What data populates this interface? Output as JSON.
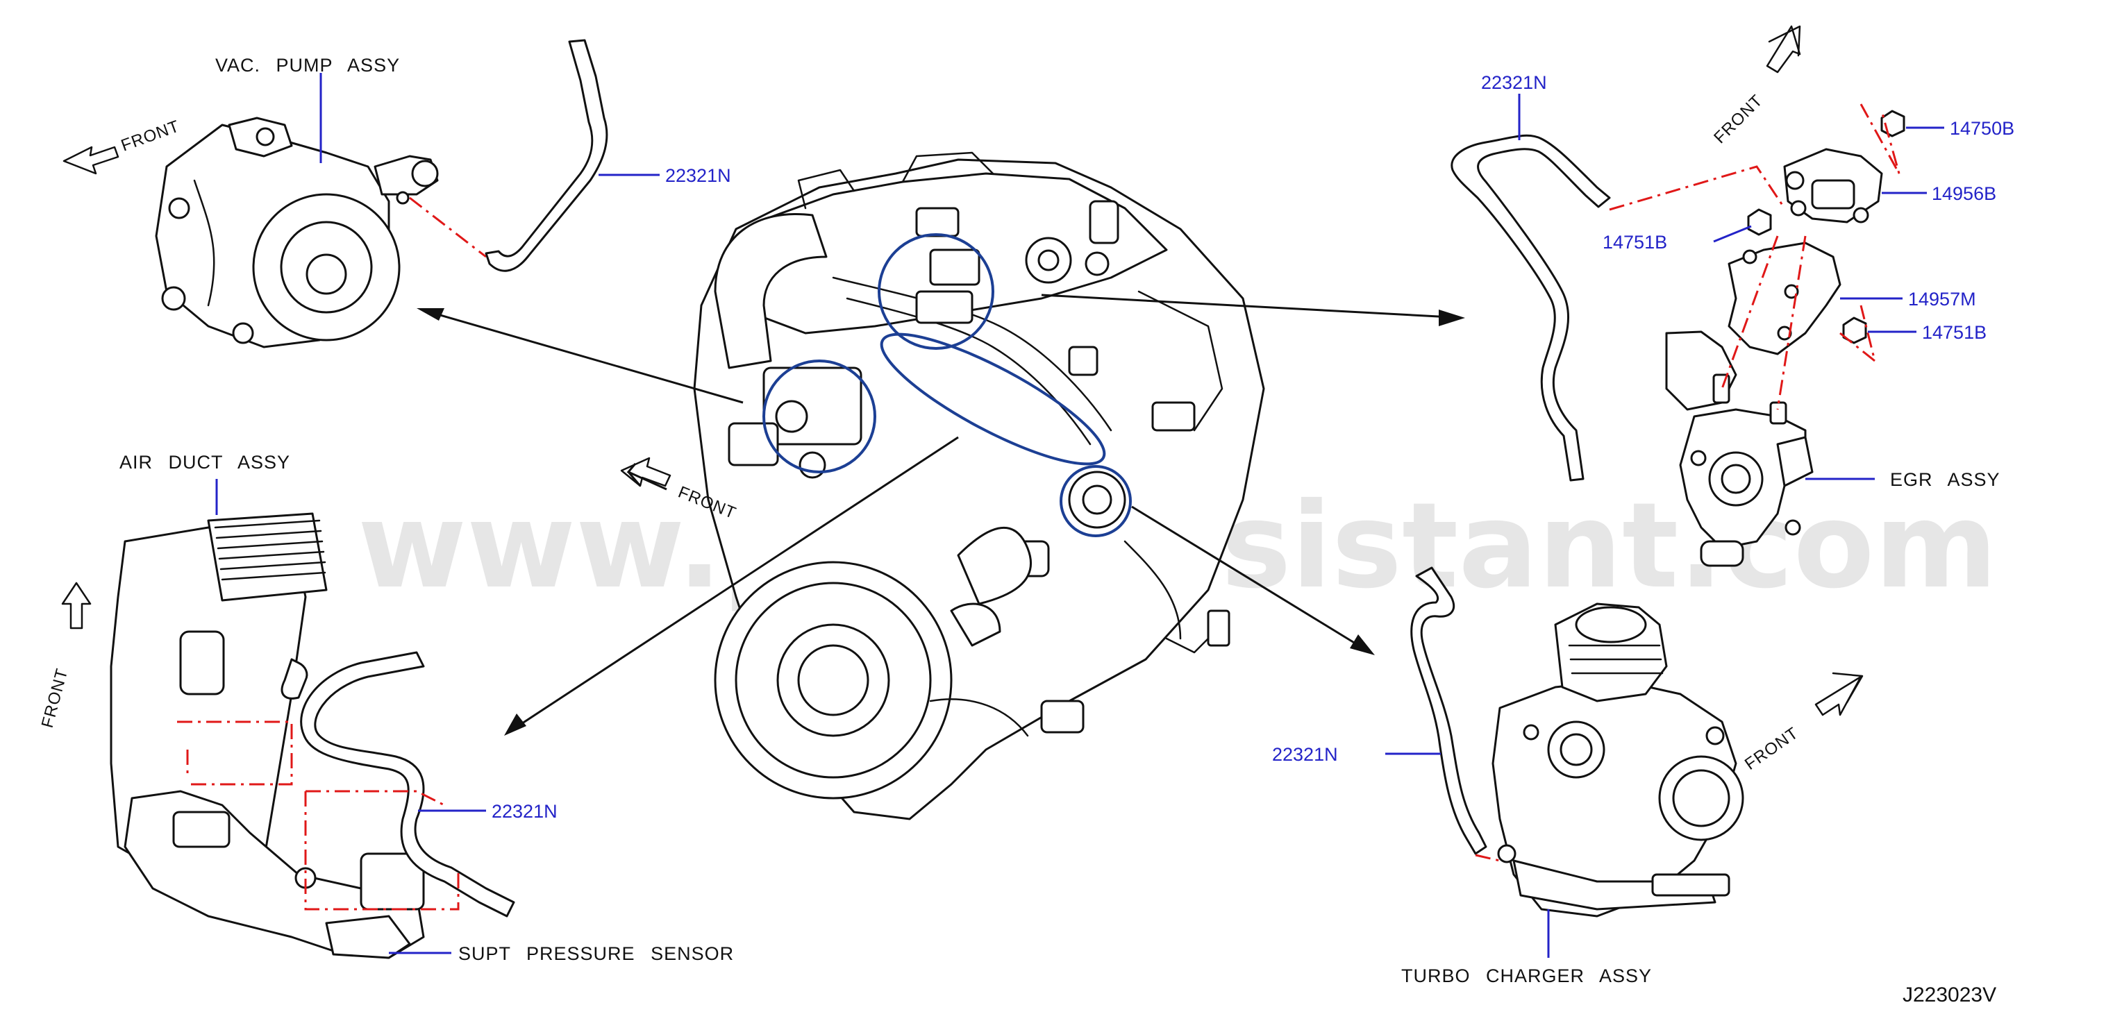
{
  "watermark": "www.partsassistant.com",
  "diagram_code": "J223023V",
  "front_label": "FRONT",
  "assemblies": {
    "vac_pump": "VAC. PUMP ASSY",
    "air_duct": "AIR DUCT ASSY",
    "supt_pressure_sensor": "SUPT PRESSURE SENSOR",
    "egr": "EGR ASSY",
    "turbo_charger": "TURBO CHARGER ASSY"
  },
  "part_numbers": {
    "hose_vac": "22321N",
    "hose_egr": "22321N",
    "hose_air_duct": "22321N",
    "hose_turbo": "22321N",
    "nut_top": "14750B",
    "valve": "14956B",
    "nut_left": "14751B",
    "bracket": "14957M",
    "nut_right": "14751B"
  },
  "colors": {
    "callout": "#2323c8",
    "phantom_line": "#e01818",
    "focus_circle": "#1c3f94",
    "line_art": "#111111"
  }
}
